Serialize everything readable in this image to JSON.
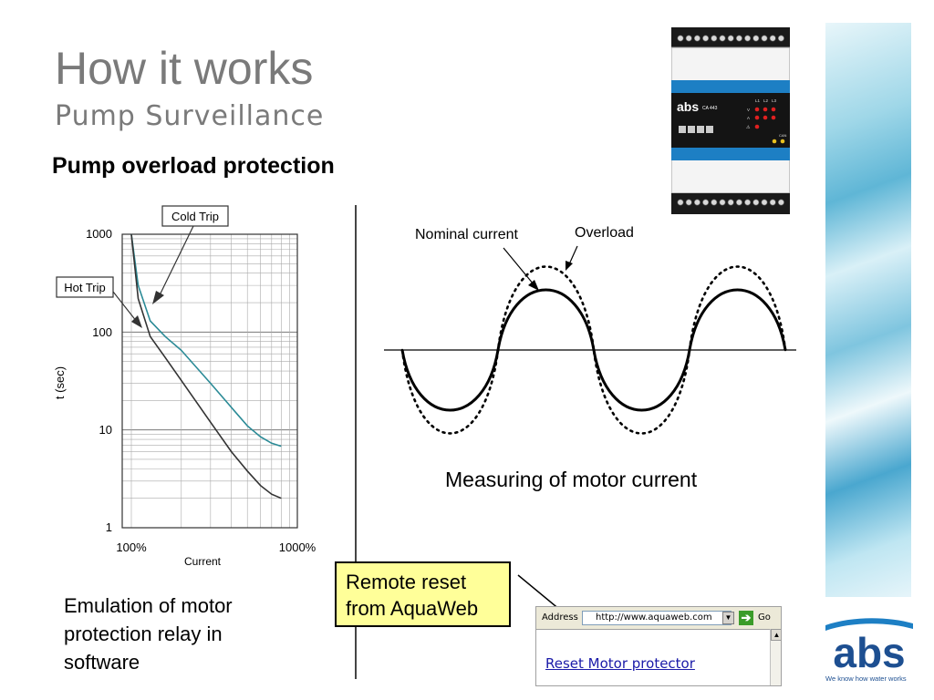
{
  "slide": {
    "title": "How it works",
    "subtitle": "Pump Surveillance",
    "heading": "Pump overload protection"
  },
  "trip_chart": {
    "y_ticks": [
      "1000",
      "100",
      "10",
      "1"
    ],
    "x_ticks": [
      "100%",
      "1000%"
    ],
    "ylabel": "t (sec)",
    "xlabel": "Current",
    "cold_trip_label": "Cold Trip",
    "hot_trip_label": "Hot Trip"
  },
  "chart_data": {
    "type": "line",
    "xscale": "log",
    "yscale": "log",
    "xlabel": "Current",
    "ylabel": "t (sec)",
    "xlim": [
      100,
      1000
    ],
    "ylim": [
      1,
      1000
    ],
    "grid": true,
    "x_tick_labels": [
      "100%",
      "1000%"
    ],
    "y_tick_labels": [
      "1",
      "10",
      "100",
      "1000"
    ],
    "series": [
      {
        "name": "Cold Trip",
        "color": "#2a8a96",
        "x": [
          110,
          130,
          160,
          200,
          300,
          400,
          500,
          600,
          700,
          800
        ],
        "y": [
          300,
          130,
          90,
          65,
          30,
          17,
          11,
          8.5,
          7.3,
          6.8
        ]
      },
      {
        "name": "Hot Trip",
        "color": "#333333",
        "x": [
          110,
          130,
          160,
          200,
          300,
          400,
          500,
          600,
          700,
          800
        ],
        "y": [
          220,
          90,
          55,
          32,
          12,
          6,
          3.8,
          2.7,
          2.2,
          2
        ]
      }
    ]
  },
  "wave": {
    "nominal_label": "Nominal current",
    "overload_label": "Overload",
    "caption": "Measuring of motor current"
  },
  "emulation_text": "Emulation of motor protection relay in software",
  "callout_text": "Remote reset from AquaWeb",
  "browser": {
    "address_label": "Address",
    "url": "http://www.aquaweb.com",
    "go_label": "Go",
    "link_text": "Reset Motor protector"
  },
  "device": {
    "brand": "abs",
    "model": "CA 443",
    "phase_labels": [
      "L1",
      "L2",
      "L3"
    ],
    "row_labels": [
      "V",
      "A",
      "⚠"
    ],
    "comm_label": "CAN"
  },
  "logo": {
    "brand": "abs",
    "tagline": "We know how water works"
  },
  "colors": {
    "title_gray": "#7a7a7a",
    "callout_yellow": "#ffff99",
    "cold_trip": "#2a8a96",
    "device_blue": "#1d7fc4",
    "logo_blue": "#1d4f91"
  }
}
